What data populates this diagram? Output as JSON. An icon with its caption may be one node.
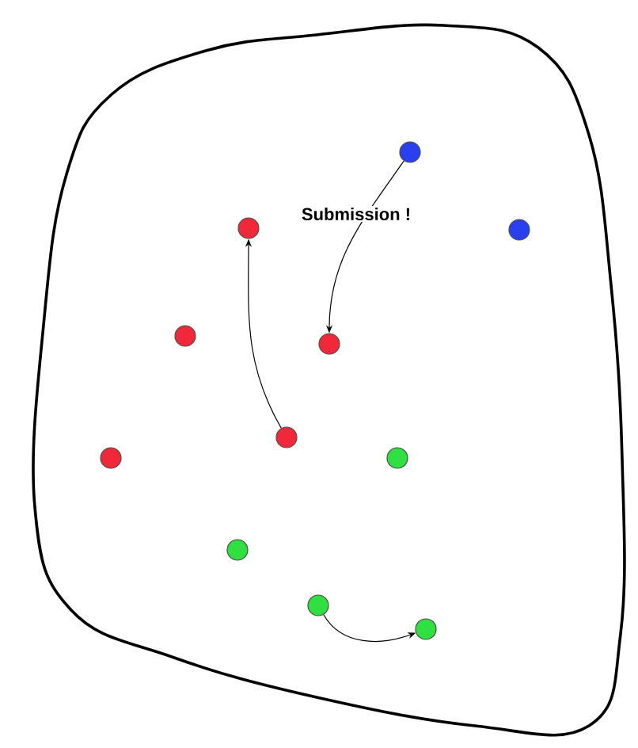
{
  "diagram": {
    "nodes": [
      {
        "text": [],
        "shape": "cloud"
      },
      {
        "text": [],
        "shape": "circle",
        "in": 0
      },
      {
        "text": [],
        "shape": "circle",
        "in": 0
      },
      {
        "text": [],
        "shape": "circle",
        "in": 0
      },
      {
        "text": [],
        "shape": "circle",
        "in": 0
      },
      {
        "text": [],
        "shape": "circle",
        "in": 0
      },
      {
        "text": [],
        "shape": "circle",
        "in": 0
      },
      {
        "text": [],
        "shape": "circle",
        "in": 0
      },
      {
        "text": [],
        "shape": "circle",
        "in": 0
      },
      {
        "text": [],
        "shape": "circle",
        "in": 0
      },
      {
        "text": [],
        "shape": "circle",
        "in": 0
      },
      {
        "text": [],
        "shape": "circle",
        "in": 0
      }
    ],
    "edges": [
      {
        "from": 1,
        "to": 5,
        "arrow": "to"
      },
      {
        "from": 6,
        "to": 2,
        "arrow": "to"
      },
      {
        "from": 10,
        "to": 11,
        "arrow": "to"
      }
    ],
    "labels": [
      "Submission !"
    ]
  }
}
